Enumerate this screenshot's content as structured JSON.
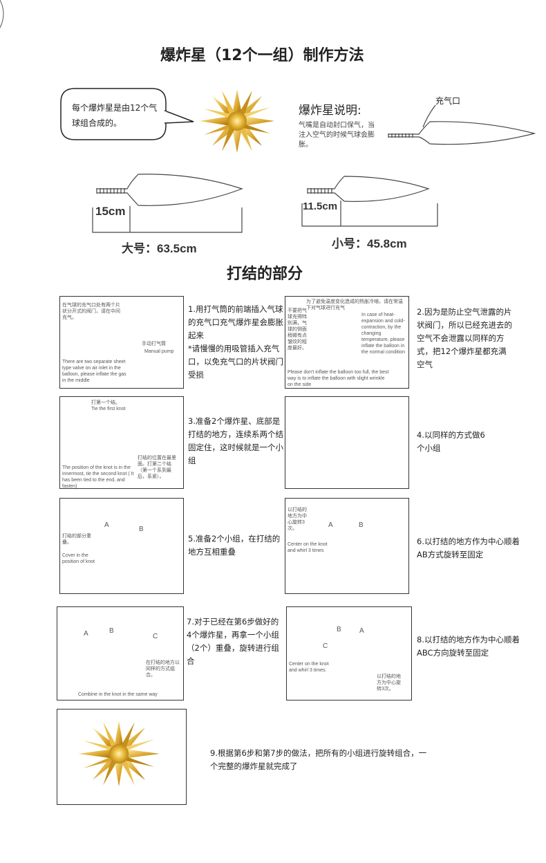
{
  "header": {
    "title": "爆炸星（12个一组）制作方法"
  },
  "intro": {
    "bubble_text": "每个爆炸星是由12个气球组合成的。",
    "desc_title": "爆炸星说明:",
    "desc_text": "气嘴是自动封口保气，当注入空气的时候气球会膨胀。",
    "valve_label": "充气口"
  },
  "sizes": {
    "large_len": "15cm",
    "large_label": "大号：63.5cm",
    "small_len": "11.5cm",
    "small_label": "小号：45.8cm"
  },
  "section2": {
    "title": "打结的部分"
  },
  "steps": [
    {
      "text": "1.用打气筒的前端插入气球的充气口充气爆炸星会膨胀起来\n*请慢慢的用吸管插入充气口，以免充气口的片状阀门受损",
      "img_cn": "在气球的充气口处有两个片状分开式的阀门，请在中间充气。",
      "img_pump": "手动打气筒",
      "img_pump_en": "Manual pump",
      "img_en": "There are two separate sheet type valve on air inlet in the balloon, please inflate the gas in the middle"
    },
    {
      "text": "2.因为是防止空气泄露的片状阀门，所以已经充进去的空气不会泄露以同样的方式，把12个爆炸星都充满空气",
      "img_cn_top": "为了避免温度变化造成的热胀冷缩，请在常温下对气球进行充气",
      "img_cn_side": "不要把气球充得特别满，气球的侧面稍微有点皱纹的程度最好。",
      "img_en_side": "In case of heat-expansion and cold-contraction, by the changing temperature, please inflate the balloon in the normal condition",
      "img_en_bottom": "Please don't inflate the balloon too full, the best way is to inflate the balloon with slight wrinkle on the side"
    },
    {
      "text": "3.准备2个爆炸星、底部是打结的地方，连续系两个结固定住，这时候就是一个小组",
      "img_cn_top": "打第一个结。",
      "img_en_top": "Tie the first knot",
      "img_cn_right": "打结的位置在最里面。打第二个结（第一个系到最后，系紧）。",
      "img_en_left": "The position of the knot is in the innermost, tie the second knot ( It has been tied to the end, and fasten)"
    },
    {
      "text": "4.以同样的方式做6个小组"
    },
    {
      "text": "5.准备2个小组，在打结的地方互相重叠",
      "img_cn": "打结的部分重叠。",
      "img_en": "Cover in the position of knot",
      "label_a": "A",
      "label_b": "B"
    },
    {
      "text": "6.以打结的地方作为中心顺着AB方式旋转至固定",
      "img_cn": "以打结的地方为中心旋转3次。",
      "img_en": "Center on the knot and whirl 3 times",
      "label_a": "A",
      "label_b": "B"
    },
    {
      "text": "7.对于已经在第6步做好的4个爆炸星，再拿一个小组（2个）重叠，旋转进行组合",
      "img_cn": "在打结的地方以同样的方式组合。",
      "img_en": "Combine in the knot in the same way",
      "label_a": "A",
      "label_b": "B",
      "label_c": "C"
    },
    {
      "text": "8.以打结的地方作为中心顺着ABC方向旋转至固定",
      "img_en": "Center on the knot and whirl 3 times.",
      "img_cn": "以打结的地方为中心旋转3次。",
      "label_a": "A",
      "label_b": "B",
      "label_c": "C"
    },
    {
      "text": "9.根据第6步和第7步的做法，把所有的小组进行旋转组合，一个完整的爆炸星就完成了"
    }
  ],
  "colors": {
    "gold": "#e0b23a",
    "gold_dark": "#b07e12",
    "gold_light": "#f7dc7a",
    "line": "#333333"
  }
}
